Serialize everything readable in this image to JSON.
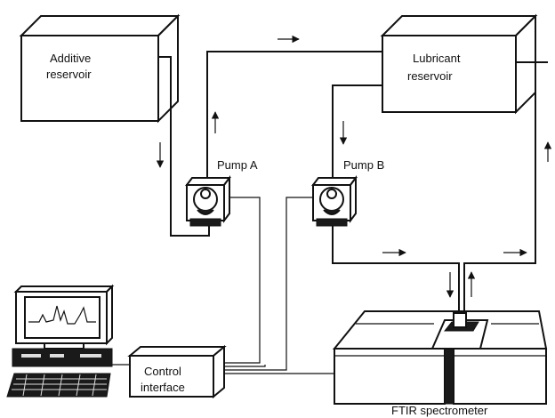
{
  "labels": {
    "additive_line1": "Additive",
    "additive_line2": "reservoir",
    "lubricant_line1": "Lubricant",
    "lubricant_line2": "reservoir",
    "pump_a": "Pump A",
    "pump_b": "Pump B",
    "control_line1": "Control",
    "control_line2": "interface",
    "ftir": "FTIR spectrometer"
  },
  "icons": {
    "computer": "computer-workstation-icon",
    "pump": "pump-icon",
    "flow_arrow": "flow-arrow-icon"
  }
}
